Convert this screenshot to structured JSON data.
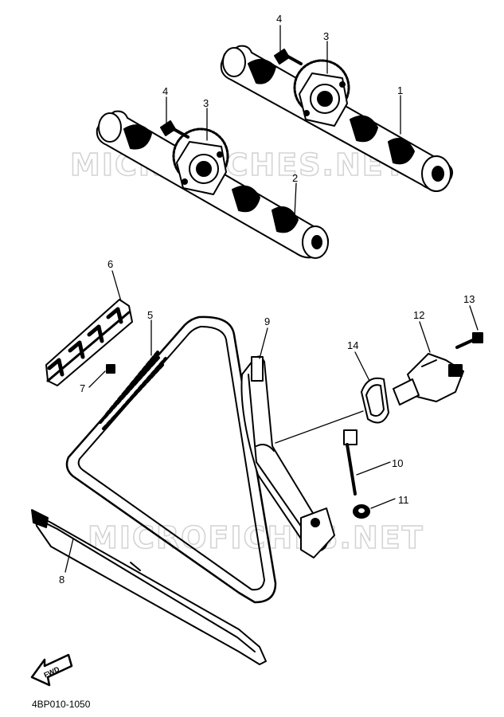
{
  "watermarks": [
    "MICROFICHES.NET",
    "MICROFICHES.NET"
  ],
  "callouts": [
    "1",
    "2",
    "3",
    "3",
    "4",
    "4",
    "5",
    "6",
    "7",
    "8",
    "9",
    "10",
    "11",
    "12",
    "13",
    "14"
  ],
  "fwd_label": "FWD",
  "figure_code": "4BP010-1050",
  "colors": {
    "ink": "#000000",
    "paper": "#ffffff",
    "watermark": "#d9d9d9"
  }
}
